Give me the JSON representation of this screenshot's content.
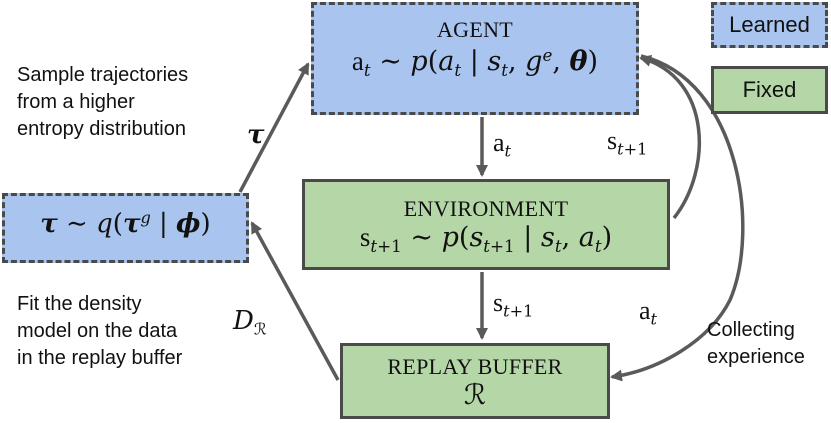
{
  "legend": {
    "learned": "Learned",
    "fixed": "Fixed"
  },
  "nodes": {
    "agent": {
      "title": "AGENT"
    },
    "environment": {
      "title": "ENVIRONMENT"
    },
    "replay": {
      "title": "REPLAY BUFFER"
    }
  },
  "notes": {
    "sample": [
      "Sample trajectories",
      "from a higher",
      "entropy distribution"
    ],
    "fit": [
      "Fit the density",
      "model on the data",
      "in the replay buffer"
    ],
    "collect": [
      "Collecting",
      "experience"
    ]
  },
  "colors": {
    "learned": "#a9c4ee",
    "fixed": "#b5d7a8",
    "border": "#4a4a4a",
    "arrow": "#5a5a5a"
  }
}
